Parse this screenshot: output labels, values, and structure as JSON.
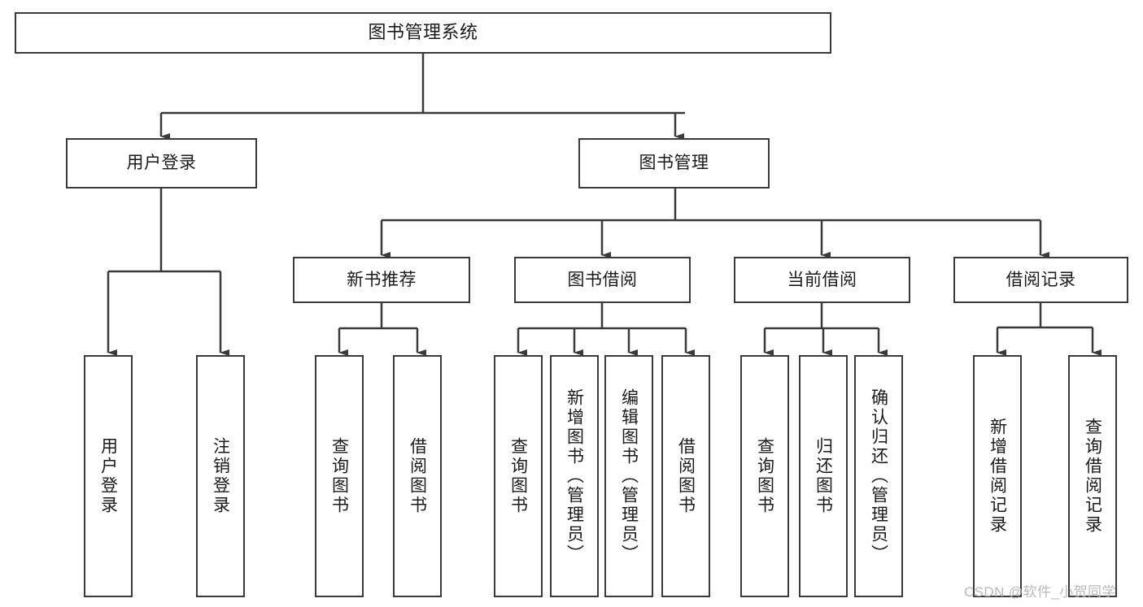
{
  "diagram": {
    "type": "tree-hierarchy",
    "title": "图书管理系统",
    "levels": 4,
    "root": {
      "id": "root",
      "label": "图书管理系统",
      "orientation": "horizontal"
    },
    "level2": [
      {
        "id": "user-login",
        "label": "用户登录",
        "orientation": "horizontal"
      },
      {
        "id": "book-management",
        "label": "图书管理",
        "orientation": "horizontal"
      }
    ],
    "level3": [
      {
        "id": "new-book-recommend",
        "label": "新书推荐",
        "orientation": "horizontal",
        "parent": "book-management"
      },
      {
        "id": "book-borrow",
        "label": "图书借阅",
        "orientation": "horizontal",
        "parent": "book-management"
      },
      {
        "id": "current-borrow",
        "label": "当前借阅",
        "orientation": "horizontal",
        "parent": "book-management"
      },
      {
        "id": "borrow-record",
        "label": "借阅记录",
        "orientation": "horizontal",
        "parent": "book-management"
      }
    ],
    "leaves": [
      {
        "id": "leaf-user-login",
        "label": "用户登录",
        "orientation": "vertical",
        "parent": "user-login"
      },
      {
        "id": "leaf-logout",
        "label": "注销登录",
        "orientation": "vertical",
        "parent": "user-login"
      },
      {
        "id": "leaf-query-book-1",
        "label": "查询图书",
        "orientation": "vertical",
        "parent": "new-book-recommend"
      },
      {
        "id": "leaf-borrow-book-1",
        "label": "借阅图书",
        "orientation": "vertical",
        "parent": "new-book-recommend"
      },
      {
        "id": "leaf-query-book-2",
        "label": "查询图书",
        "orientation": "vertical",
        "parent": "book-borrow"
      },
      {
        "id": "leaf-add-book",
        "label": "新增图书（管理员）",
        "orientation": "vertical",
        "parent": "book-borrow"
      },
      {
        "id": "leaf-edit-book",
        "label": "编辑图书（管理员）",
        "orientation": "vertical",
        "parent": "book-borrow"
      },
      {
        "id": "leaf-borrow-book-2",
        "label": "借阅图书",
        "orientation": "vertical",
        "parent": "book-borrow"
      },
      {
        "id": "leaf-query-book-3",
        "label": "查询图书",
        "orientation": "vertical",
        "parent": "current-borrow"
      },
      {
        "id": "leaf-return-book",
        "label": "归还图书",
        "orientation": "vertical",
        "parent": "current-borrow"
      },
      {
        "id": "leaf-confirm-return",
        "label": "确认归还（管理员）",
        "orientation": "vertical",
        "parent": "current-borrow"
      },
      {
        "id": "leaf-add-record",
        "label": "新增借阅记录",
        "orientation": "vertical",
        "parent": "borrow-record"
      },
      {
        "id": "leaf-query-record",
        "label": "查询借阅记录",
        "orientation": "vertical",
        "parent": "borrow-record"
      }
    ],
    "watermark": "CSDN @软件_小贺同学",
    "colors": {
      "stroke": "#3a3a3a",
      "background": "#ffffff",
      "text": "#1a1a1a",
      "watermark": "#b9b9b9"
    }
  }
}
